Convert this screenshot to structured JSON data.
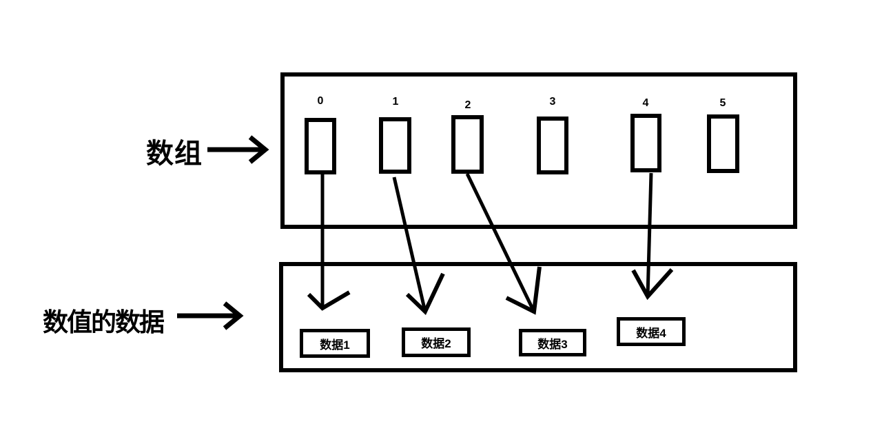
{
  "page": {
    "background": "#ffffff",
    "ink_color": "#000000"
  },
  "labels": {
    "array": "数组",
    "data": "数值的数据"
  },
  "array": {
    "cells": [
      {
        "index": "0"
      },
      {
        "index": "1"
      },
      {
        "index": "2"
      },
      {
        "index": "3"
      },
      {
        "index": "4"
      },
      {
        "index": "5"
      }
    ]
  },
  "data_boxes": [
    {
      "label": "数据1"
    },
    {
      "label": "数据2"
    },
    {
      "label": "数据3"
    },
    {
      "label": "数据4"
    }
  ],
  "connections": [
    {
      "from_index": "0",
      "to": "数据1"
    },
    {
      "from_index": "1",
      "to": "数据2"
    },
    {
      "from_index": "2",
      "to": "数据3"
    },
    {
      "from_index": "4",
      "to": "数据4"
    }
  ]
}
